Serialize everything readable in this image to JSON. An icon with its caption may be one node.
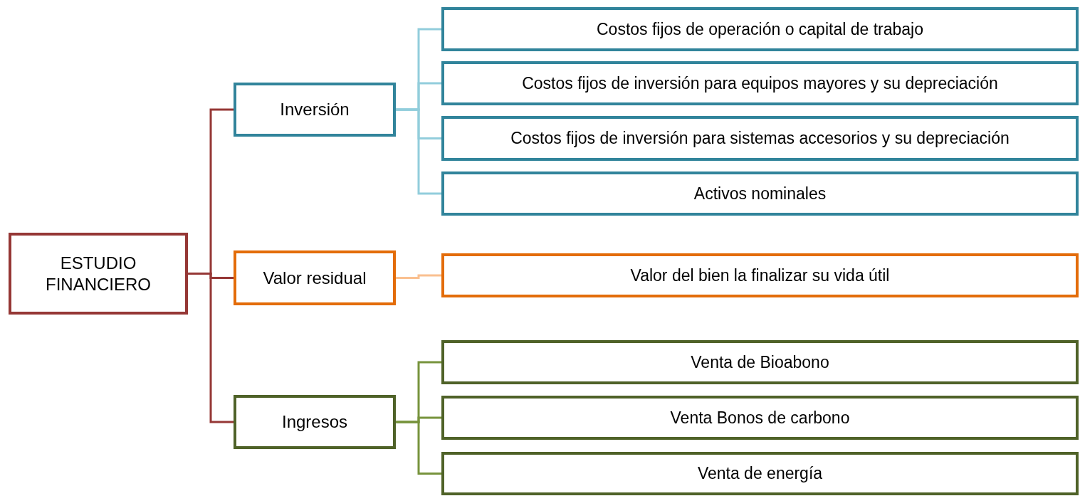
{
  "diagram": {
    "nodes": [
      {
        "text": [
          "ESTUDIO FINANCIERO"
        ]
      },
      {
        "text": [
          "Inversión"
        ]
      },
      {
        "text": [
          "Costos fijos de operación o capital de trabajo"
        ]
      },
      {
        "text": [
          "Costos fijos de inversión para equipos mayores y su depreciación"
        ]
      },
      {
        "text": [
          "Costos fijos de inversión para sistemas accesorios y su depreciación"
        ]
      },
      {
        "text": [
          "Activos nominales"
        ]
      },
      {
        "text": [
          "Valor residual"
        ]
      },
      {
        "text": [
          "Valor del bien la finalizar su vida útil"
        ]
      },
      {
        "text": [
          "Ingresos"
        ]
      },
      {
        "text": [
          "Venta de Bioabono"
        ]
      },
      {
        "text": [
          "Venta Bonos de carbono"
        ]
      },
      {
        "text": [
          "Venta de energía"
        ]
      }
    ],
    "edges": [
      {
        "from": 0,
        "to": 1,
        "arrow": "none",
        "color": "#953735"
      },
      {
        "from": 0,
        "to": 6,
        "arrow": "none",
        "color": "#953735"
      },
      {
        "from": 0,
        "to": 8,
        "arrow": "none",
        "color": "#953735"
      },
      {
        "from": 1,
        "to": 2,
        "arrow": "none",
        "color": "#92cddc"
      },
      {
        "from": 1,
        "to": 3,
        "arrow": "none",
        "color": "#92cddc"
      },
      {
        "from": 1,
        "to": 4,
        "arrow": "none",
        "color": "#92cddc"
      },
      {
        "from": 1,
        "to": 5,
        "arrow": "none",
        "color": "#92cddc"
      },
      {
        "from": 6,
        "to": 7,
        "arrow": "none",
        "color": "#fac090"
      },
      {
        "from": 8,
        "to": 9,
        "arrow": "none",
        "color": "#77933c"
      },
      {
        "from": 8,
        "to": 10,
        "arrow": "none",
        "color": "#77933c"
      },
      {
        "from": 8,
        "to": 11,
        "arrow": "none",
        "color": "#77933c"
      }
    ]
  }
}
